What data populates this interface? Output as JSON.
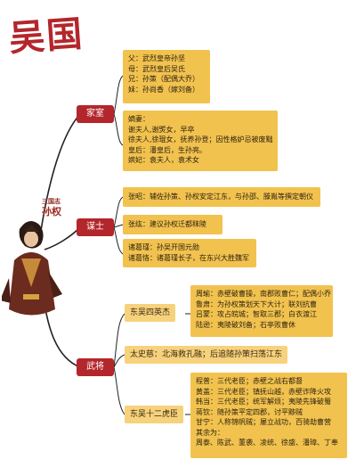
{
  "title": "吴国",
  "character_label_small": "三国志",
  "character_label": "孙权",
  "branches": {
    "family": {
      "label": "家室",
      "groups": [
        [
          "父：武烈皇帝孙坚",
          "母：武烈皇后吴氏",
          "兄：孙策（配偶大乔）",
          "妹：孙尚香（嫁刘备）"
        ],
        [
          "嫡妻：",
          "谢夫人,谢煚女，早卒",
          "徐夫人,徐琨女，抚养孙登；因性格妒忌被废黜",
          "皇后：潘皇后，生孙亮。",
          "嫔妃：袁夫人，袁术女"
        ]
      ]
    },
    "advisors": {
      "label": "谋士",
      "groups": [
        [
          "张昭：辅佐孙策、孙权安定江东，与孙邵、滕胤等撰定朝仪"
        ],
        [
          "张纮：建议孙权迁都秣陵"
        ],
        [
          "诸葛瑾：孙吴开国元勋",
          "诸葛恪：诸葛瑾长子，在东兴大胜魏军"
        ]
      ]
    },
    "generals": {
      "label": "武将",
      "subs": [
        {
          "label": "东吴四英杰",
          "lines": [
            "周瑜：赤壁破曹操，南郡败曹仁；配偶小乔",
            "鲁肃：为孙权策划天下大计；联刘抗曹",
            "吕蒙：攻占皖城；智取三郡；白衣渡江",
            "陆逊：夷陵破刘备；石亭败曹休"
          ]
        },
        {
          "label": "太史慈：北海救孔融；后追随孙策扫荡江东",
          "lines": []
        },
        {
          "label": "东吴十二虎臣",
          "lines": [
            "程普：三代老臣；赤壁之战右都督",
            "黄盖：三代老臣；镇抚山越，赤壁诈降火攻",
            "韩当：三代老臣；统军解烦；夷陵先锋破蜀",
            "蒋钦：随孙策平定四郡，讨平黟贼",
            "甘宁：人称锦帆贼；屡立战功，百骑劫曹营",
            "其余为：",
            "周泰、陈武、董袭、凌统、徐盛、潘璋、丁奉"
          ]
        }
      ]
    }
  },
  "colors": {
    "title": "#b3262b",
    "node": "#b3262b",
    "box": "#f2c24f",
    "sub": "#f7d27c",
    "line": "#222222"
  }
}
